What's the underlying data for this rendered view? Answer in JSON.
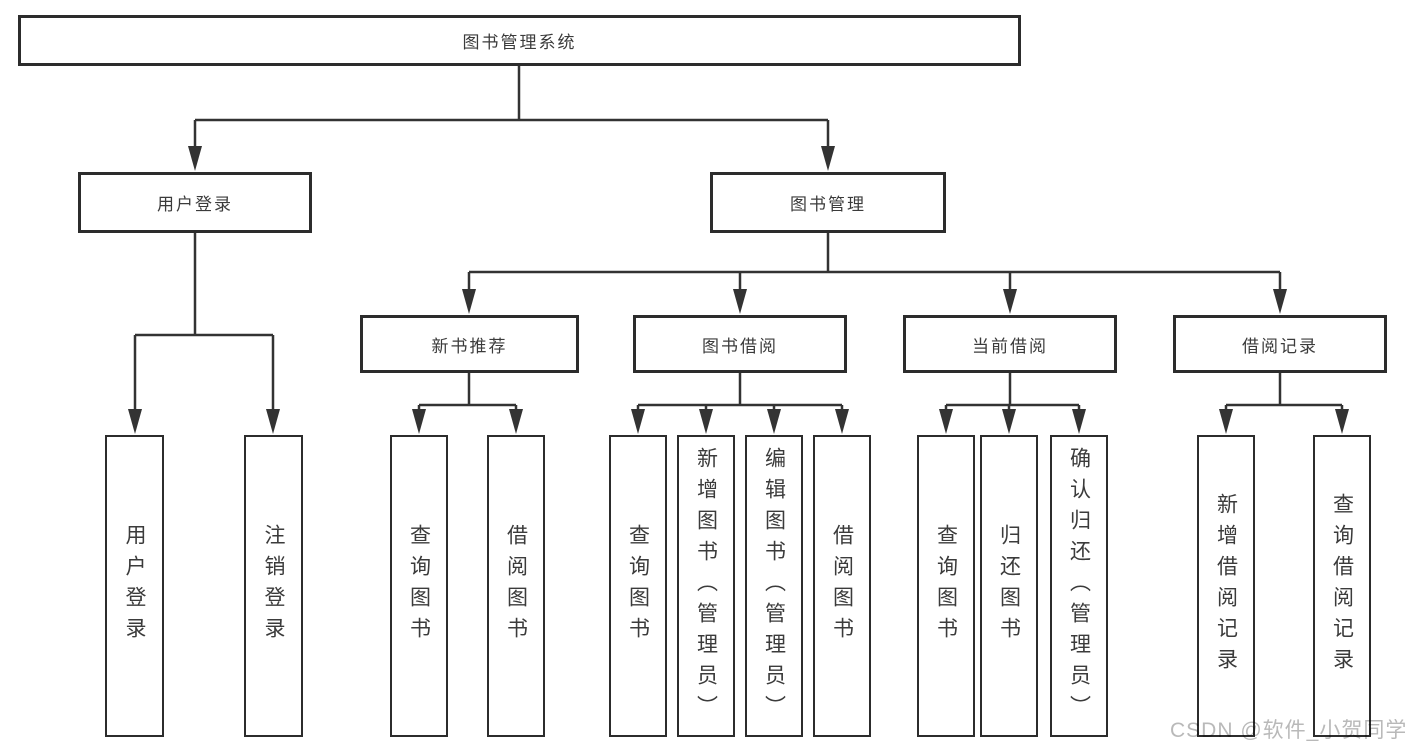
{
  "title": "图书管理系统",
  "branches": [
    {
      "label": "用户登录",
      "children": [
        {
          "label": "用户登录"
        },
        {
          "label": "注销登录"
        }
      ]
    },
    {
      "label": "图书管理",
      "children": [
        {
          "label": "新书推荐",
          "children": [
            {
              "label": "查询图书"
            },
            {
              "label": "借阅图书"
            }
          ]
        },
        {
          "label": "图书借阅",
          "children": [
            {
              "label": "查询图书"
            },
            {
              "label": "新增图书（管理员）"
            },
            {
              "label": "编辑图书（管理员）"
            },
            {
              "label": "借阅图书"
            }
          ]
        },
        {
          "label": "当前借阅",
          "children": [
            {
              "label": "查询图书"
            },
            {
              "label": "归还图书"
            },
            {
              "label": "确认归还（管理员）"
            }
          ]
        },
        {
          "label": "借阅记录",
          "children": [
            {
              "label": "新增借阅记录"
            },
            {
              "label": "查询借阅记录"
            }
          ]
        }
      ]
    }
  ],
  "watermark": {
    "text": "CSDN @软件_小贺同学"
  },
  "colors": {
    "line": "#333333",
    "box_border": "#2c2c2c",
    "text": "#3b3b3b",
    "watermark": "#b9b9b9",
    "background": "#ffffff"
  }
}
